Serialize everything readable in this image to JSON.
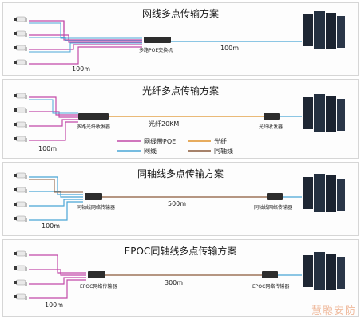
{
  "panels": [
    {
      "title": "网线多点传输方案",
      "device_label": "多路POE交换机",
      "distance_label": "100m",
      "camera_distance_label": "100m"
    },
    {
      "title": "光纤多点传输方案",
      "device_label": "多路光纤收发器",
      "distance_label": "光纤20KM",
      "camera_distance_label": "100m",
      "receiver_label": "光纤收发器"
    },
    {
      "title": "同轴线多点传输方案",
      "device_label": "同轴线网络传输器",
      "distance_label": "500m",
      "camera_distance_label": "100m",
      "receiver_label": "同轴线网络传输器"
    },
    {
      "title": "EPOC同轴线多点传输方案",
      "device_label": "EPOC网络传输器",
      "distance_label": "300m",
      "camera_distance_label": "100m",
      "receiver_label": "EPOC网络传输器"
    }
  ],
  "legend": {
    "poe_label": "网线带POE",
    "fiber_label": "光纤",
    "ethernet_label": "网线",
    "coax_label": "同轴线"
  },
  "colors": {
    "poe": "#c24aa8",
    "fiber": "#e0922a",
    "ethernet": "#4aa6d6",
    "coax": "#8a5a3a",
    "server": "#1e2633"
  },
  "watermark": "慧聪安防"
}
